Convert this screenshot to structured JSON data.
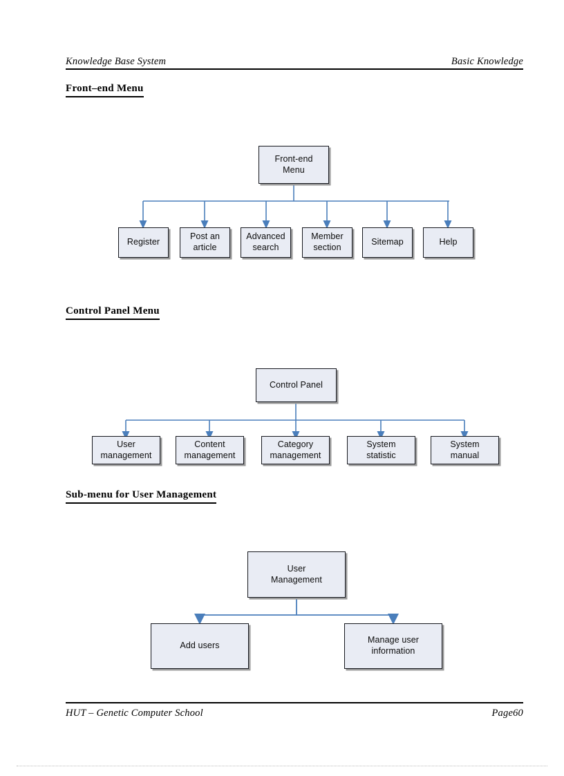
{
  "page": {
    "header": {
      "left": "Knowledge Base System",
      "right": "Basic Knowledge"
    },
    "footer": {
      "left": "HUT – Genetic Computer School",
      "right": "Page60"
    }
  },
  "colors": {
    "node_fill": "#e9ecf4",
    "node_border": "#14161c",
    "node_shadow": "#9a9a9a",
    "connector": "#4a7ebb",
    "text": "#000000",
    "paper": "#ffffff"
  },
  "sections": [
    {
      "id": "front-end-menu",
      "heading": "Front–end Menu",
      "chart_data": {
        "type": "diagram",
        "layout": "org-chart",
        "root": "Front-end Menu",
        "children": [
          "Register",
          "Post an article",
          "Advanced search",
          "Member section",
          "Sitemap",
          "Help"
        ]
      },
      "nodes": {
        "root": {
          "label_line1": "Front-end",
          "label_line2": "Menu"
        },
        "children": [
          {
            "label_line1": "Register",
            "label_line2": ""
          },
          {
            "label_line1": "Post an",
            "label_line2": "article"
          },
          {
            "label_line1": "Advanced",
            "label_line2": "search"
          },
          {
            "label_line1": "Member",
            "label_line2": "section"
          },
          {
            "label_line1": "Sitemap",
            "label_line2": ""
          },
          {
            "label_line1": "Help",
            "label_line2": ""
          }
        ]
      }
    },
    {
      "id": "control-panel-menu",
      "heading": "Control Panel Menu",
      "chart_data": {
        "type": "diagram",
        "layout": "org-chart",
        "root": "Control Panel",
        "children": [
          "User management",
          "Content management",
          "Category management",
          "System statistic",
          "System manual"
        ]
      },
      "nodes": {
        "root": {
          "label_line1": "Control Panel",
          "label_line2": ""
        },
        "children": [
          {
            "label_line1": "User",
            "label_line2": "management"
          },
          {
            "label_line1": "Content",
            "label_line2": "management"
          },
          {
            "label_line1": "Category",
            "label_line2": "management"
          },
          {
            "label_line1": "System",
            "label_line2": "statistic"
          },
          {
            "label_line1": "System",
            "label_line2": "manual"
          }
        ]
      }
    },
    {
      "id": "sub-menu-user-management",
      "heading": "Sub-menu for User Management ",
      "chart_data": {
        "type": "diagram",
        "layout": "org-chart",
        "root": "User Management",
        "children": [
          "Add users",
          "Manage user information"
        ]
      },
      "nodes": {
        "root": {
          "label_line1": "User",
          "label_line2": "Management"
        },
        "children": [
          {
            "label_line1": "Add users",
            "label_line2": ""
          },
          {
            "label_line1": "Manage user",
            "label_line2": "information"
          }
        ]
      }
    }
  ]
}
